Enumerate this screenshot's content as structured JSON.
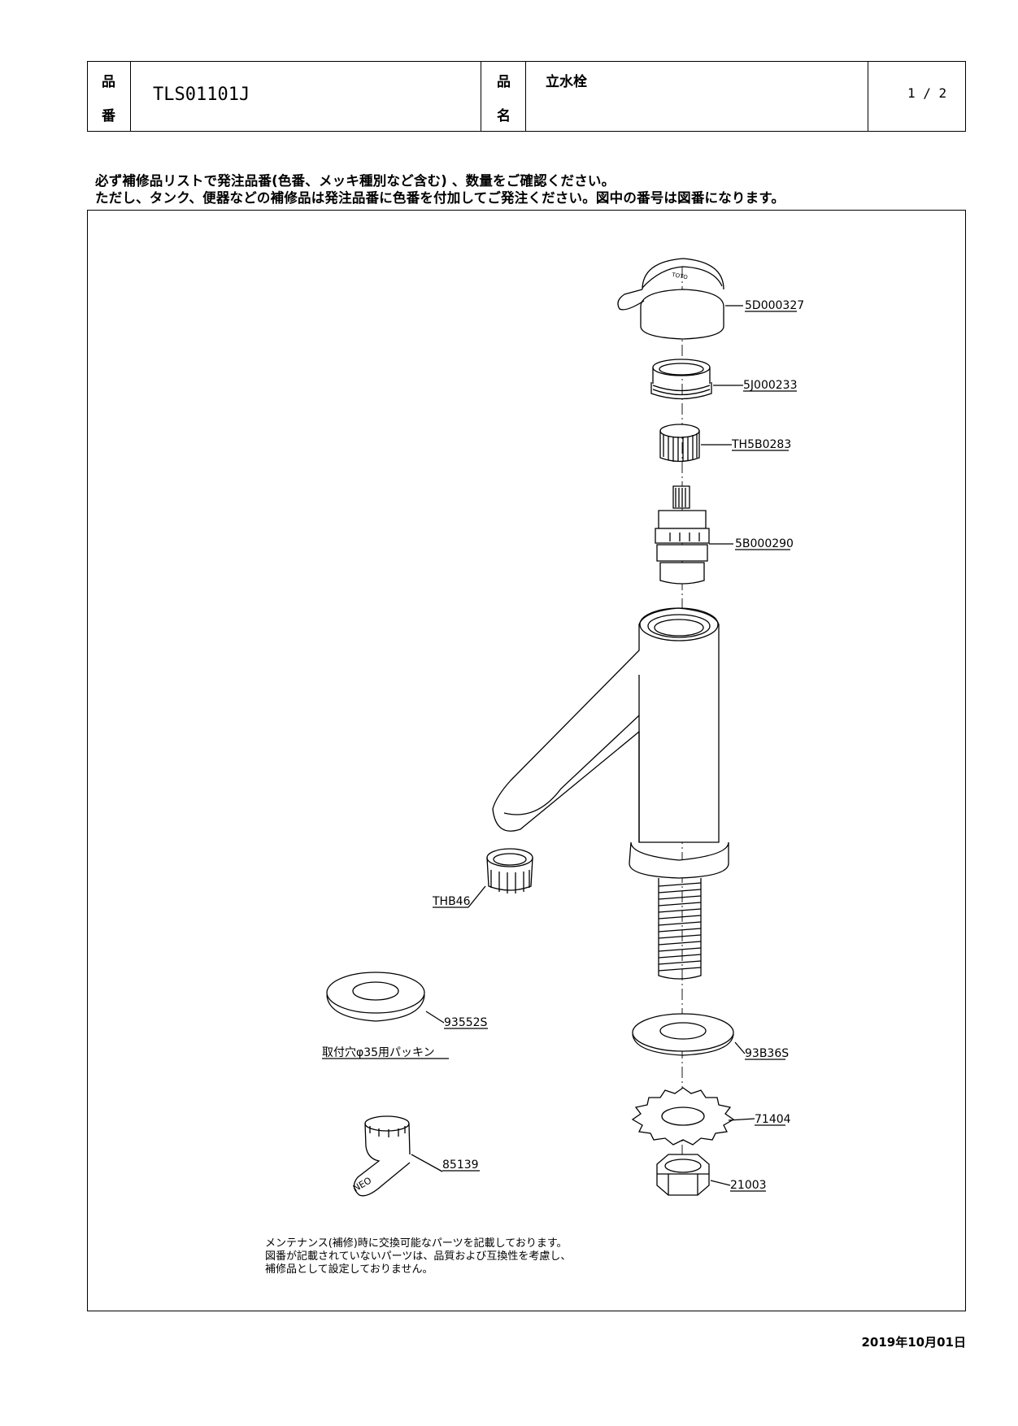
{
  "header": {
    "part_no_label_1": "品",
    "part_no_label_2": "番",
    "part_no": "TLS01101J",
    "name_label_1": "品",
    "name_label_2": "名",
    "name": "立水栓",
    "page": "1 / 2"
  },
  "notes": {
    "line1": "必ず補修品リストで発注品番(色番、メッキ種別など含む) 、数量をご確認ください。",
    "line2": "ただし、タンク、便器などの補修品は発注品番に色番を付加してご発注ください。図中の番号は図番になります。"
  },
  "parts": {
    "handle": "5D000327",
    "cap": "5J000233",
    "spindle": "TH5B0283",
    "cartridge": "5B000290",
    "aerator": "THB46",
    "washer_small": "93552S",
    "washer_small_note": "取付穴φ35用パッキン",
    "washer_large": "93B36S",
    "lock_washer": "71404",
    "nut": "21003",
    "tool": "85139",
    "handle_logo": "TOTO",
    "tool_logo": "NEO"
  },
  "maintenance_note": {
    "line1": "メンテナンス(補修)時に交換可能なパーツを記載しております。",
    "line2": "図番が記載されていないパーツは、品質および互換性を考慮し、",
    "line3": "補修品として設定しておりません。"
  },
  "date": "2019年10月01日"
}
